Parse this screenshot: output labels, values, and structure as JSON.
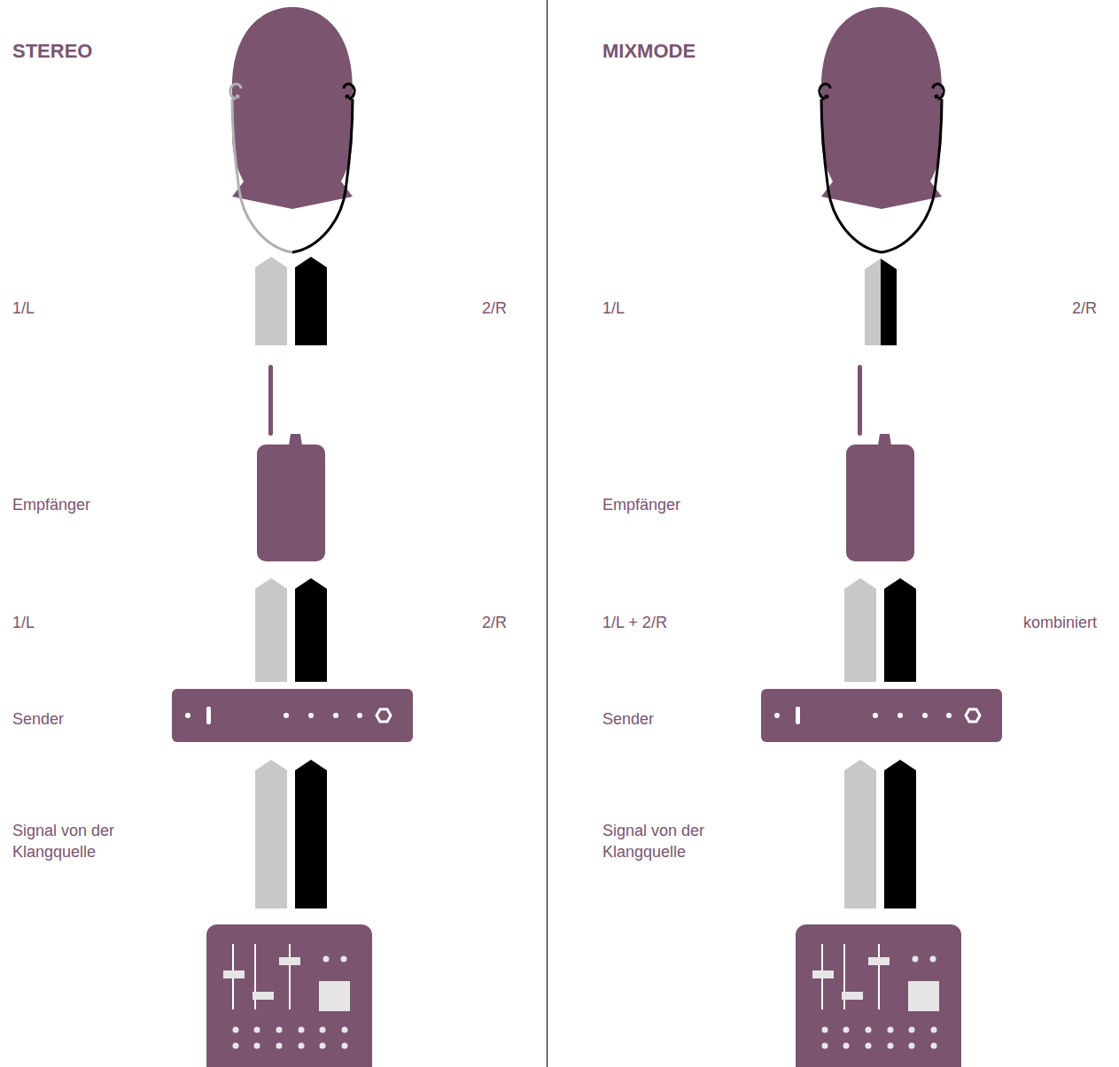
{
  "diagram": {
    "labels": [
      "STEREO",
      "1/L",
      "2/R",
      "Empfänger",
      "1/L",
      "2/R",
      "Sender",
      "Signal von der Klangquelle",
      "MIXMODE",
      "1/L",
      "2/R",
      "Empfänger",
      "1/L + 2/R",
      "kombiniert",
      "Sender",
      "Signal von der Klangquelle"
    ]
  }
}
